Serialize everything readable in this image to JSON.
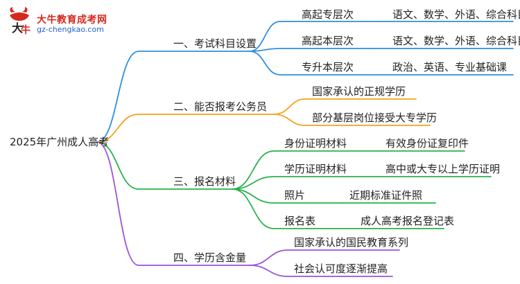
{
  "logo": {
    "title": "大牛教育成考网",
    "subtitle": "gz-chengkao.com",
    "icon_name": "bull-logo-icon",
    "icon_color": "#d42a1e"
  },
  "mindmap": {
    "root": "2025年广州成人高考",
    "colors": {
      "blue": "#2d8fe0",
      "orange": "#f3a21a",
      "green": "#27b14a",
      "purple": "#9a52d9"
    },
    "branches": [
      {
        "label": "一、考试科目设置",
        "color": "blue",
        "children": [
          {
            "label": "高起专层次",
            "detail": "语文、数学、外语、综合科目"
          },
          {
            "label": "高起本层次",
            "detail": "语文、数学、外语、综合科目"
          },
          {
            "label": "专升本层次",
            "detail": "政治、英语、专业基础课"
          }
        ]
      },
      {
        "label": "二、能否报考公务员",
        "color": "orange",
        "children": [
          {
            "label": "国家承认的正规学历"
          },
          {
            "label": "部分基层岗位接受大专学历"
          }
        ]
      },
      {
        "label": "三、报名材料",
        "color": "green",
        "children": [
          {
            "label": "身份证明材料",
            "detail": "有效身份证复印件"
          },
          {
            "label": "学历证明材料",
            "detail": "高中或大专以上学历证明"
          },
          {
            "label": "照片",
            "detail": "近期标准证件照"
          },
          {
            "label": "报名表",
            "detail": "成人高考报名登记表"
          }
        ]
      },
      {
        "label": "四、学历含金量",
        "color": "purple",
        "children": [
          {
            "label": "国家承认的国民教育系列"
          },
          {
            "label": "社会认可度逐渐提高"
          }
        ]
      }
    ]
  }
}
